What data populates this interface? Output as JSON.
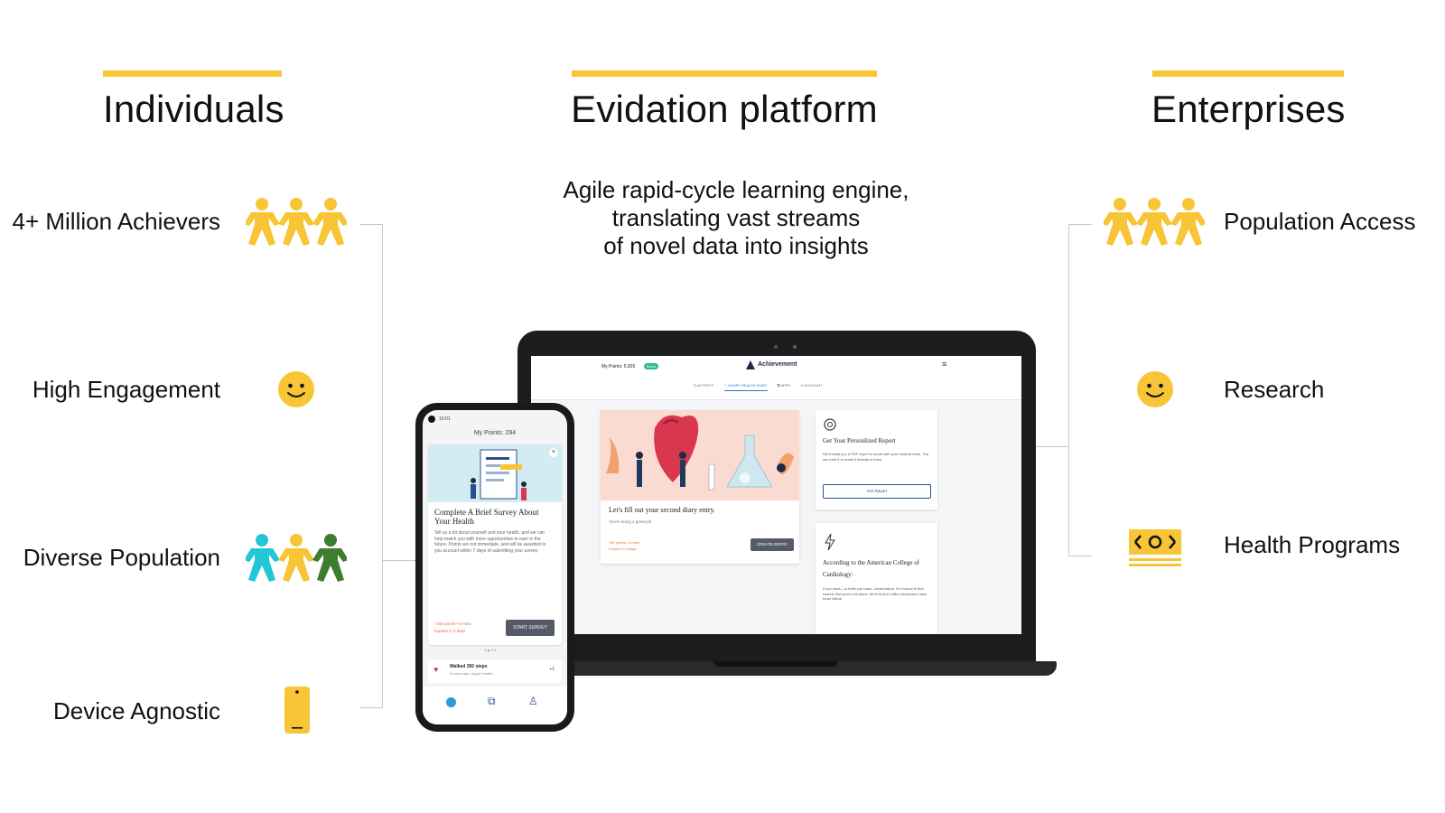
{
  "columns": {
    "left": {
      "title": "Individuals"
    },
    "center": {
      "title": "Evidation platform"
    },
    "right": {
      "title": "Enterprises"
    }
  },
  "tagline": [
    "Agile rapid-cycle learning engine,",
    "translating vast streams",
    "of novel data into insights"
  ],
  "individuals": [
    {
      "label": "4+ Million Achievers",
      "icon": "people-group-icon"
    },
    {
      "label": "High Engagement",
      "icon": "smiley-icon"
    },
    {
      "label": "Diverse Population",
      "icon": "diverse-people-icon"
    },
    {
      "label": "Device Agnostic",
      "icon": "phone-icon"
    }
  ],
  "enterprises": [
    {
      "label": "Population Access",
      "icon": "people-group-icon"
    },
    {
      "label": "Research",
      "icon": "smiley-icon"
    },
    {
      "label": "Health Programs",
      "icon": "money-icon"
    }
  ],
  "colors": {
    "accent": "#f8c537",
    "cyan": "#22c7d6",
    "green": "#3f7d2e",
    "text": "#111111"
  },
  "laptop": {
    "points": "My Points: 5,926",
    "badge": "Boost",
    "brand": "Achievement",
    "tabs": [
      "ACTIVITY",
      "HEART HEALTH DIARY",
      "APPS",
      "ACCOUNT"
    ],
    "diary_card": {
      "title": "Let's fill out your second diary entry.",
      "subtitle": "You're doing a great job",
      "meta1": "+50 points • 5 mins",
      "meta2": "Expires in 3 days",
      "button": "CREATE ENTRY"
    },
    "report_card": {
      "title": "Get Your Personlized Report",
      "body": "We'll email you a PDF report to share with your medical team. You can print it or email it directly to them.",
      "button": "Get Report"
    },
    "info_card": {
      "title": "According to the American College of Cardiology:",
      "body": "If you have—or think you have—heart failure, it's normal to feel scared. But you're not alone. More than 6 million Americans have heart failure."
    }
  },
  "phone": {
    "time": "10:01",
    "points": "My Points: 294",
    "survey": {
      "title": "Complete A Brief Survey About Your Health",
      "body": "Tell us a bit about yourself and your health, and we can help match you with more opportunities to earn in the future. Points are not immediate, and will be awarded to you account within 7 days of submitting your survey.",
      "meta1": "+150 points • 5 mins",
      "meta2": "Expires in 2 days",
      "button": "START SURVEY"
    },
    "activity": {
      "title": "Walked 392 steps",
      "sub": "2 hours ago • Apple Health",
      "value": "+1"
    }
  }
}
